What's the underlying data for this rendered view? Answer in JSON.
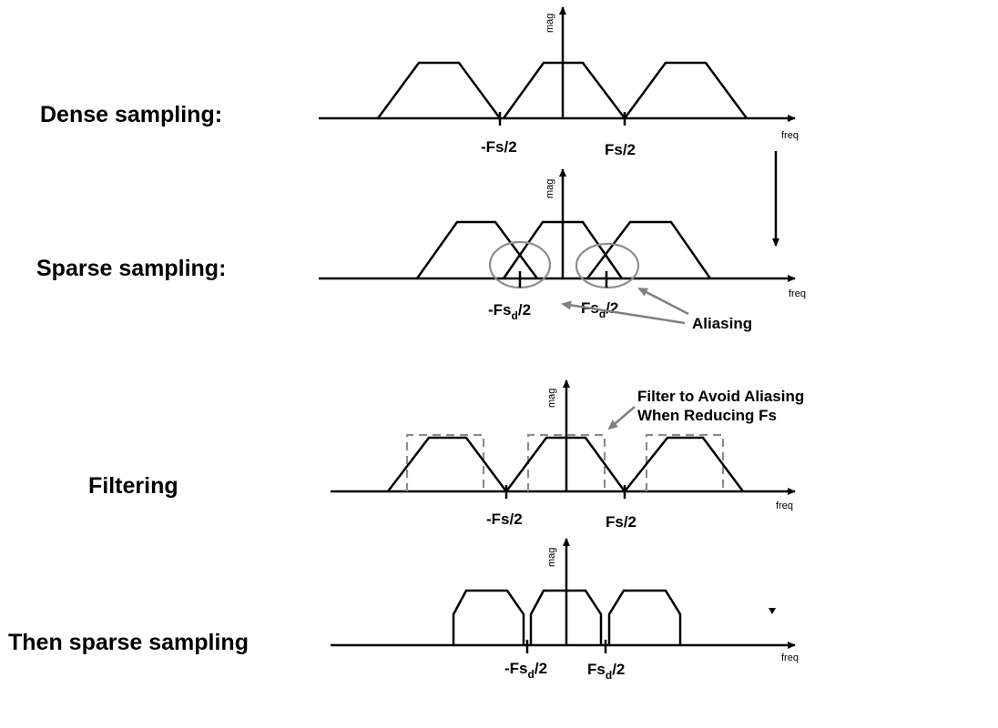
{
  "rows": [
    {
      "label": "Dense sampling:"
    },
    {
      "label": "Sparse sampling:"
    },
    {
      "label": "Filtering"
    },
    {
      "label": "Then sparse sampling"
    }
  ],
  "axes": {
    "y_title": "mag",
    "x_title": "freq"
  },
  "ticks": {
    "neg_fs": "-Fs/2",
    "pos_fs": "Fs/2",
    "neg_fsd_main": "-Fs",
    "pos_fsd_main": "Fs",
    "fsd_sub": "d",
    "fsd_tail": "/2"
  },
  "annotations": {
    "aliasing": "Aliasing",
    "filter_line1": "Filter to Avoid Aliasing",
    "filter_line2": "When Reducing Fs"
  },
  "colors": {
    "ink": "#000000",
    "annotation": "#808080",
    "filter_dash": "#8c8c8c"
  }
}
